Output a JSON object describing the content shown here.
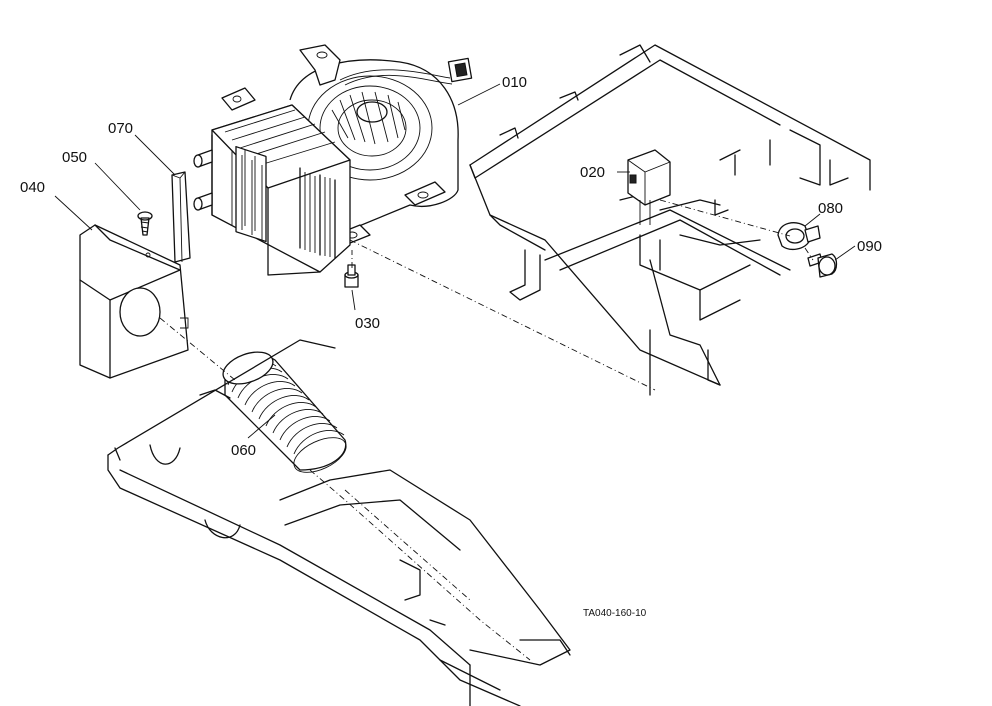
{
  "diagram": {
    "parts": [
      {
        "id": "p010",
        "label": "010"
      },
      {
        "id": "p020",
        "label": "020"
      },
      {
        "id": "p030",
        "label": "030"
      },
      {
        "id": "p040",
        "label": "040"
      },
      {
        "id": "p050",
        "label": "050"
      },
      {
        "id": "p060",
        "label": "060"
      },
      {
        "id": "p070",
        "label": "070"
      },
      {
        "id": "p080",
        "label": "080"
      },
      {
        "id": "p090",
        "label": "090"
      }
    ],
    "drawing_code": "TA040-160-10"
  }
}
